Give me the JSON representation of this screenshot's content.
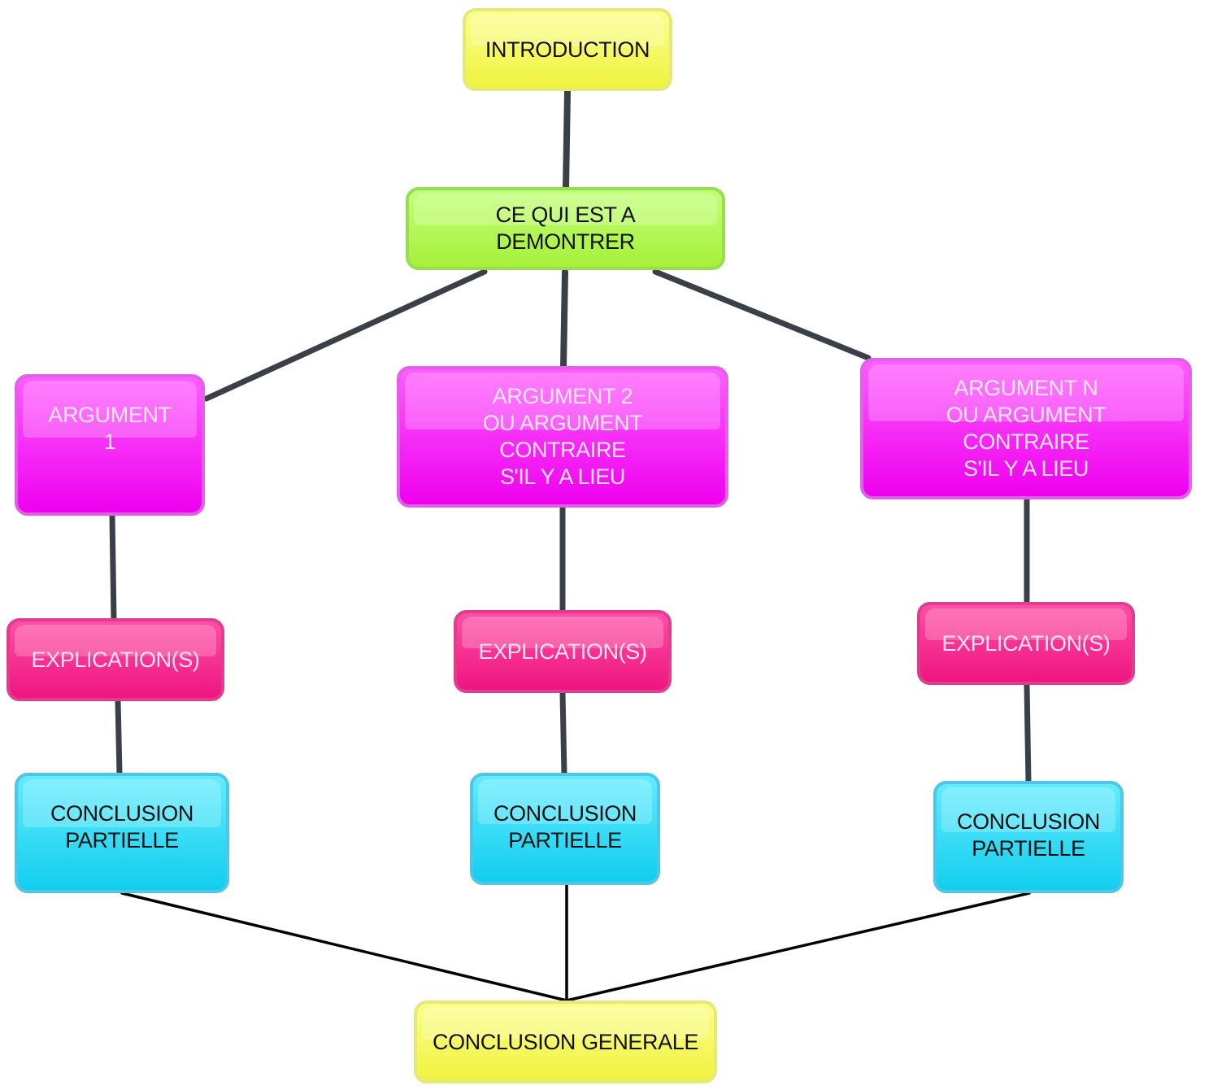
{
  "nodes": {
    "introduction": "INTRODUCTION",
    "thesis": "CE QUI EST A\nDEMONTRER",
    "argument_1": "ARGUMENT\n1",
    "argument_2": "ARGUMENT 2\nOU ARGUMENT\nCONTRAIRE\nS'IL Y A LIEU",
    "argument_n": "ARGUMENT N\nOU ARGUMENT\nCONTRAIRE\nS'IL Y A LIEU",
    "explication_1": "EXPLICATION(S)",
    "explication_2": "EXPLICATION(S)",
    "explication_n": "EXPLICATION(S)",
    "conclusion_partielle_1": "CONCLUSION\nPARTIELLE",
    "conclusion_partielle_2": "CONCLUSION\nPARTIELLE",
    "conclusion_partielle_n": "CONCLUSION\nPARTIELLE",
    "conclusion_generale": "CONCLUSION GENERALE"
  },
  "colors": {
    "intro_conclusion": "#f0f240",
    "thesis": "#a6f03a",
    "argument": "#ee00ee",
    "explication": "#ee1580",
    "partial_conclusion": "#12cdee",
    "connector": "#3b3f47",
    "final_connector": "#000000"
  }
}
